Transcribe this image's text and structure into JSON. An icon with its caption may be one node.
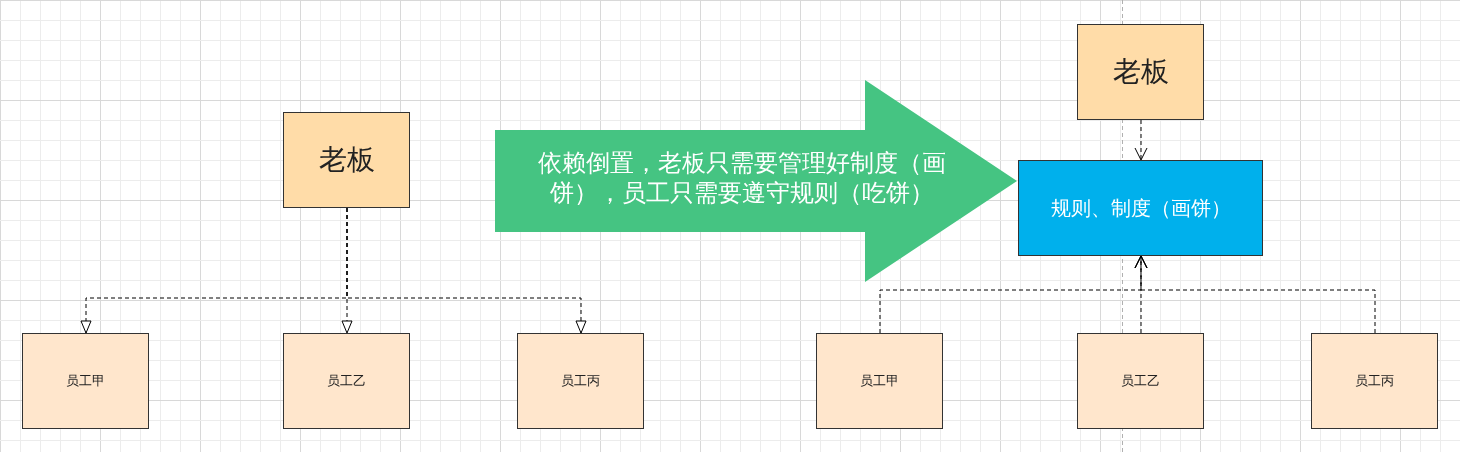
{
  "diagram": {
    "nodes": [
      {
        "text": [
          "老板"
        ]
      },
      {
        "text": [
          "员工甲"
        ]
      },
      {
        "text": [
          "员工乙"
        ]
      },
      {
        "text": [
          "员工丙"
        ]
      },
      {
        "text": [
          "老板"
        ]
      },
      {
        "text": [
          "规则、制度（画饼）"
        ]
      },
      {
        "text": [
          "员工甲"
        ]
      },
      {
        "text": [
          "员工乙"
        ]
      },
      {
        "text": [
          "员工丙"
        ]
      }
    ],
    "edges": [
      {
        "from": 0,
        "to": 1,
        "arrow": "to",
        "style": "dashed"
      },
      {
        "from": 0,
        "to": 2,
        "arrow": "to",
        "style": "dashed"
      },
      {
        "from": 0,
        "to": 3,
        "arrow": "to",
        "style": "dashed"
      },
      {
        "from": null,
        "to": 5,
        "arrow": "to",
        "label": "依赖倒置，老板只需要管理好制度（画饼），员工只需要遵守规则（吃饼）",
        "style": "thick",
        "color": "#45c482"
      },
      {
        "from": 4,
        "to": 5,
        "arrow": "to",
        "style": "dashed"
      },
      {
        "from": 6,
        "to": 5,
        "arrow": "to",
        "style": "dashed"
      },
      {
        "from": 7,
        "to": 5,
        "arrow": "to",
        "style": "dashed"
      },
      {
        "from": 8,
        "to": 5,
        "arrow": "to",
        "style": "dashed"
      }
    ]
  }
}
